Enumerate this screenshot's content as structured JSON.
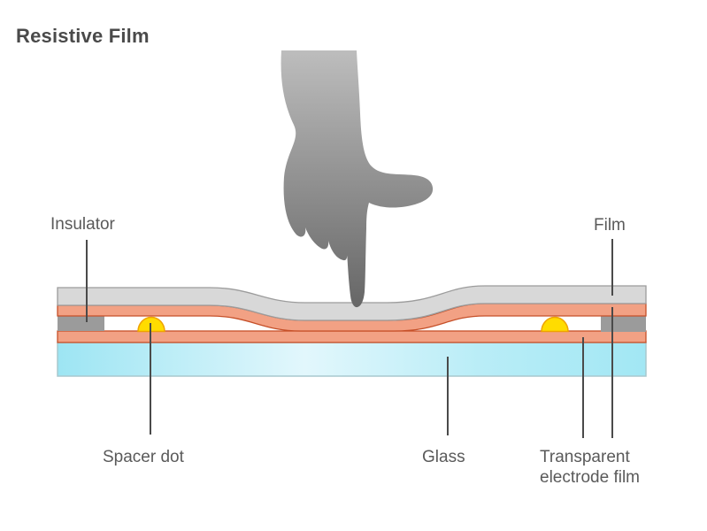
{
  "title": "Resistive Film",
  "labels": {
    "insulator": "Insulator",
    "film": "Film",
    "spacer_dot": "Spacer dot",
    "glass": "Glass",
    "transparent_electrode_film": "Transparent electrode film"
  },
  "illustration": {
    "hand": "hand pressing down with index finger on the film surface"
  },
  "colors": {
    "title_text": "#4a4a4a",
    "label_text": "#5a5a5a",
    "leader_line": "#4a4a4a",
    "film_fill": "#d8d8d8",
    "film_stroke": "#9c9c9c",
    "electrode_fill": "#f2a184",
    "electrode_stroke": "#c65029",
    "insulator_fill": "#9b9b9b",
    "spacer_fill": "#ffdc00",
    "spacer_stroke": "#efa300",
    "glass_left": "#9de5f3",
    "glass_mid": "#e2f7fc",
    "glass_right2": "#b9edf7",
    "glass_right": "#a2e7f4",
    "glass_stroke": "#a8c8ce",
    "hand_top": "#bdbdbd",
    "hand_bottom": "#666666",
    "background": "#ffffff"
  }
}
